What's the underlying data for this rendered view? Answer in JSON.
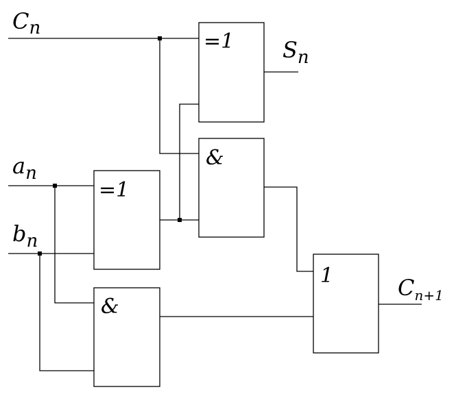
{
  "signals": {
    "c_in": {
      "base": "C",
      "sub": "n"
    },
    "a_in": {
      "base": "a",
      "sub": "n"
    },
    "b_in": {
      "base": "b",
      "sub": "n"
    },
    "sum_out": {
      "base": "S",
      "sub": "n"
    },
    "carry_out": {
      "base": "C",
      "sub": "n+1"
    }
  },
  "gates": {
    "xor_sum": "=1",
    "and_carry": "&",
    "xor_ab": "=1",
    "and_ab": "&",
    "or_out": "1"
  }
}
